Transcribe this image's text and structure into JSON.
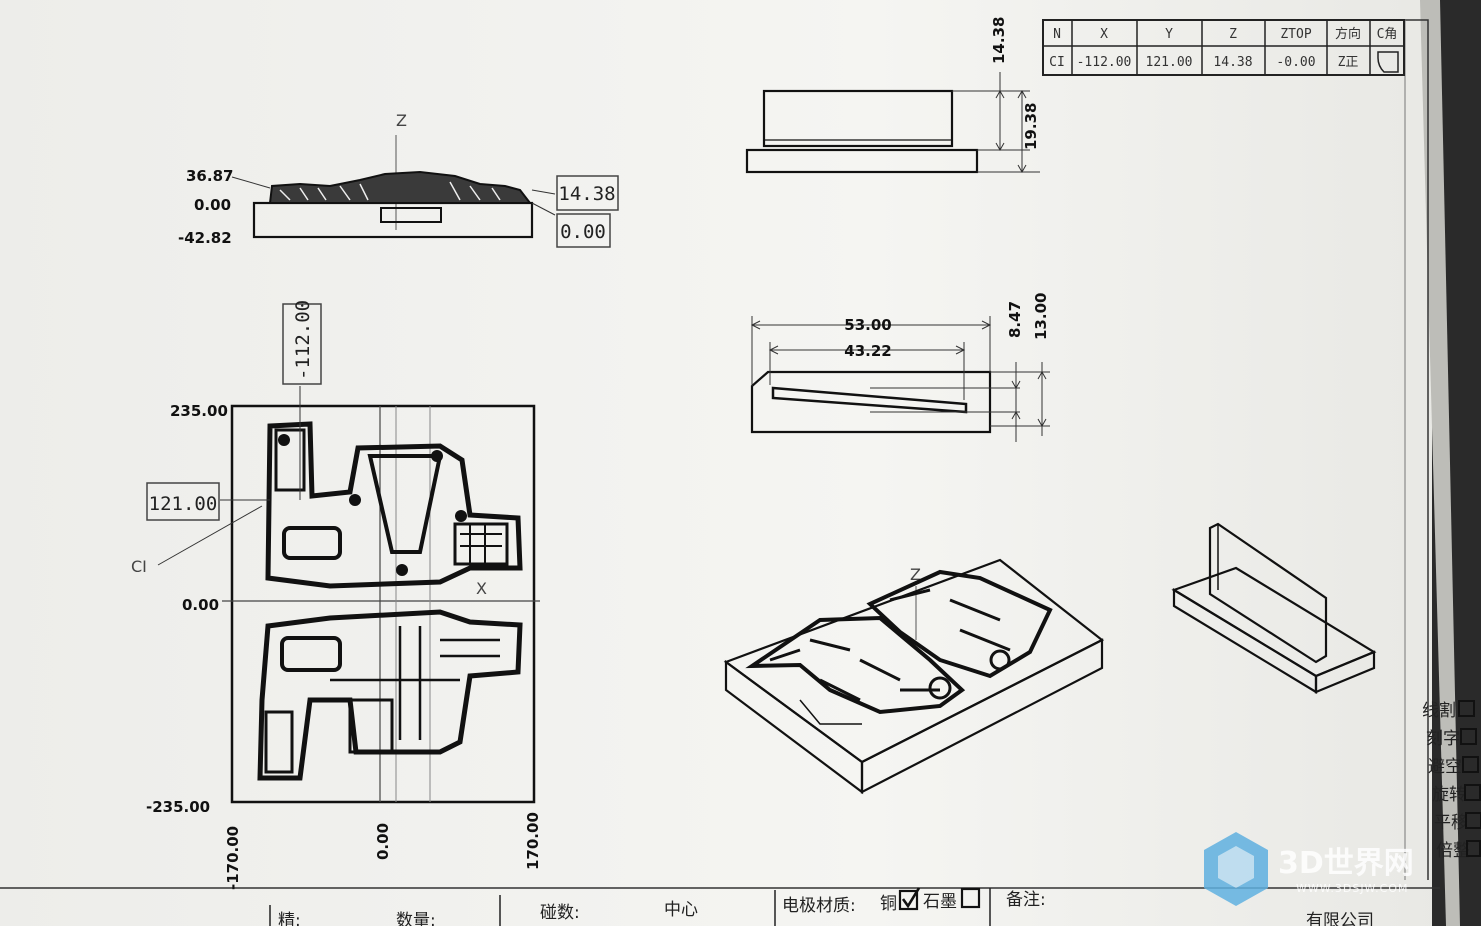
{
  "table": {
    "headers": [
      "N",
      "X",
      "Y",
      "Z",
      "ZTOP",
      "方向",
      "C角"
    ],
    "row": [
      "CI",
      "-112.00",
      "121.00",
      "14.38",
      "-0.00",
      "Z正",
      ""
    ]
  },
  "side_view": {
    "axis_label": "Z",
    "ticks": [
      "36.87",
      "0.00",
      "-42.82"
    ],
    "box_top": "14.38",
    "box_bottom": "0.00"
  },
  "top_view": {
    "x_box": "-112.00",
    "y_box": "121.00",
    "point_label": "CI",
    "y_ticks": [
      "235.00",
      "0.00",
      "-235.00"
    ],
    "x_ticks": [
      "-170.00",
      "0.00",
      "170.00"
    ],
    "x_axis_label": "X"
  },
  "electrode_front": {
    "dim_top": "14.38",
    "dim_total": "19.38"
  },
  "electrode_side": {
    "length_outer": "53.00",
    "length_inner": "43.22",
    "height_small": "8.47",
    "height_total": "13.00"
  },
  "iso_view": {
    "axis_label": "Z"
  },
  "options": [
    "线割",
    "刻字",
    "避空",
    "旋转",
    "平移",
    "倍整"
  ],
  "footer": {
    "spark_label": "碰数:",
    "center_label": "中心",
    "material_label": "电极材质:",
    "copper_label": "铜",
    "copper_checked": true,
    "graphite_label": "石墨",
    "graphite_checked": false,
    "note_label": "备注:",
    "qty_label": "数量:",
    "finish_label": "精:",
    "company": "有限公司"
  },
  "watermark": {
    "brand": "3D世界网",
    "url": "WWW.3DSJW.COM"
  },
  "colors": {
    "paper": "#f4f4f1",
    "ink": "#111111",
    "watermark": "#5fb0e0"
  }
}
